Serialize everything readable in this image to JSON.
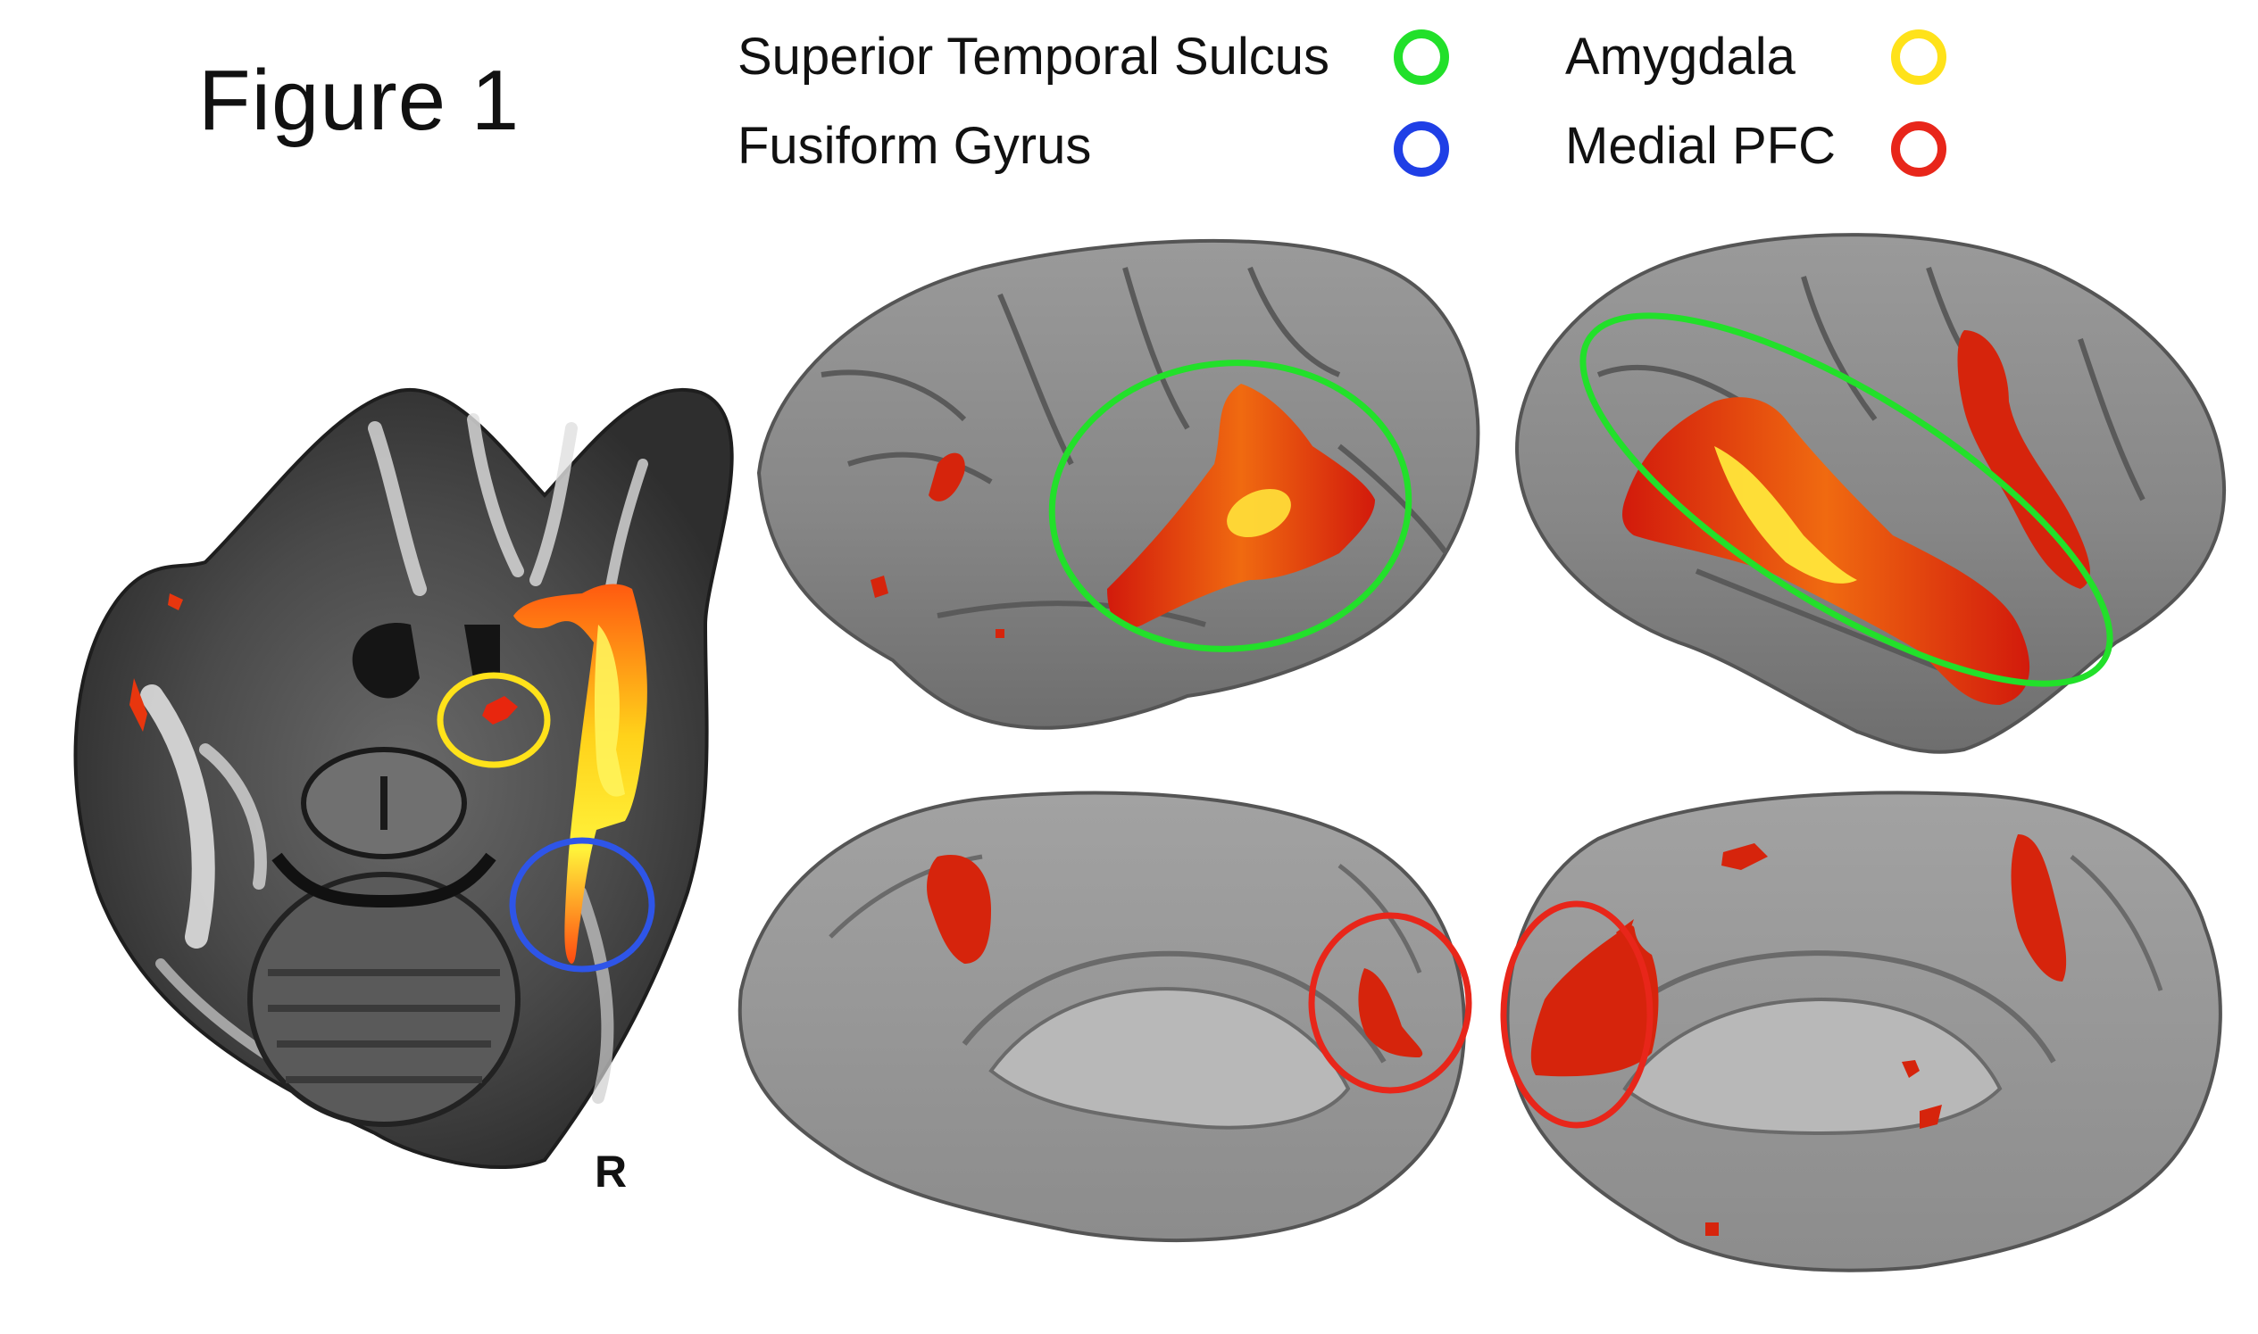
{
  "figure": {
    "title": "Figure 1",
    "side_label": "R"
  },
  "legend": {
    "items": [
      {
        "label": "Superior Temporal Sulcus",
        "color": "#22e02a"
      },
      {
        "label": "Fusiform Gyrus",
        "color": "#1f3fe6"
      },
      {
        "label": "Amygdala",
        "color": "#ffe21a"
      },
      {
        "label": "Medial PFC",
        "color": "#e8261a"
      }
    ]
  },
  "regions": {
    "superior_temporal_sulcus_color": "#22e02a",
    "fusiform_gyrus_color": "#1f3fe6",
    "amygdala_color": "#ffe21a",
    "medial_pfc_color": "#e8261a"
  },
  "icons": [
    "axial-brain-slice",
    "lateral-left-hemisphere",
    "lateral-right-hemisphere",
    "medial-left-hemisphere",
    "medial-right-hemisphere"
  ]
}
